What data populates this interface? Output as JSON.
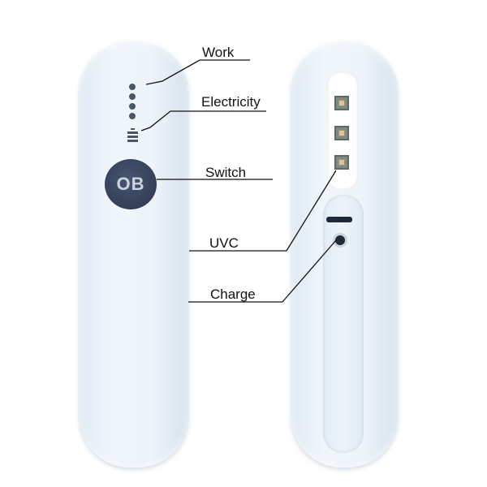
{
  "labels": {
    "work": "Work",
    "electricity": "Electricity",
    "switch": "Switch",
    "uvc": "UVC",
    "charge": "Charge"
  },
  "button": {
    "text": "OB"
  },
  "colors": {
    "device_body": "#eef4fa",
    "button_fill": "#3a455d",
    "indicator": "#4b5563",
    "uv_chip": "#7d8a86",
    "leader_line": "#111111"
  },
  "icons": [
    "battery-icon",
    "indicator-dot",
    "uv-led-chip",
    "charge-port"
  ]
}
